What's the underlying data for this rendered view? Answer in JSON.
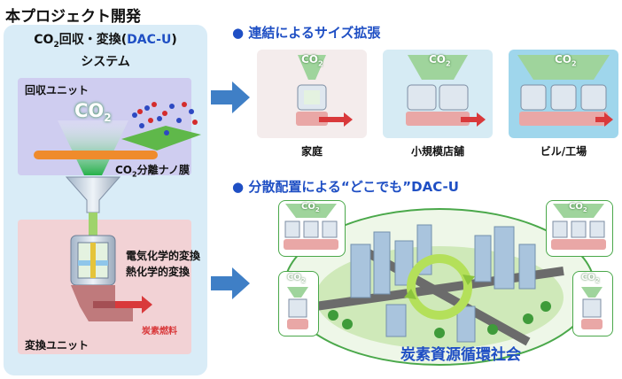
{
  "project_title": "本プロジェクト開発",
  "system_title": {
    "line1_prefix": "CO",
    "line1_sub": "2",
    "line1_mid": "回収・変換(",
    "line1_brand": "DAC-U",
    "line1_suffix": ")",
    "line2": "システム"
  },
  "recovery_unit": {
    "label": "回収ユニット",
    "co2_big": "CO",
    "co2_big_sub": "2"
  },
  "membrane": {
    "prefix": "CO",
    "sub": "2",
    "suffix": "分離ナノ膜"
  },
  "processes": {
    "line1": "電気化学的変換",
    "line2": "熱化学的変換"
  },
  "conversion_unit": {
    "label": "変換ユニット",
    "fuel": "炭素燃料"
  },
  "section_scale": {
    "bullet": "●",
    "heading": "連結によるサイズ拡張",
    "cards": [
      {
        "caption": "家庭"
      },
      {
        "caption": "小規模店舗"
      },
      {
        "caption": "ビル/工場"
      }
    ]
  },
  "section_dist": {
    "bullet": "●",
    "heading": "分散配置による“どこでも”DAC-U"
  },
  "co2_icon": {
    "text": "CO",
    "sub": "2"
  },
  "city_title": "炭素資源循環社会",
  "colors": {
    "heading_blue": "#1f4fc4",
    "panel": "#d9ecf7",
    "recovery_box": "#cfcdf0",
    "conversion_box": "#f2d2d5",
    "co2_green": "#26b14a",
    "arrow_blue": "#3f7fc6",
    "fuel_red": "#d9393b"
  }
}
